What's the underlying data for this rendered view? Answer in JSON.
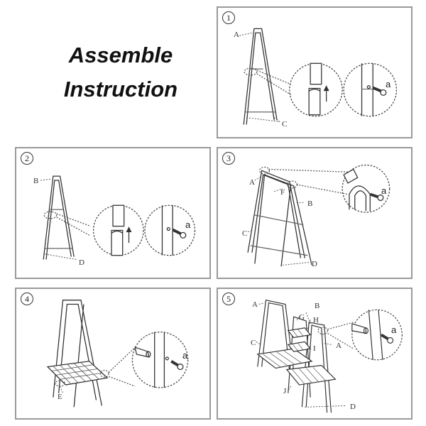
{
  "title": {
    "line1": "Assemble",
    "line2": "Instruction"
  },
  "steps": {
    "s1": {
      "number": "1",
      "labels": {
        "a_part": "A",
        "c_part": "C",
        "screw": "a"
      }
    },
    "s2": {
      "number": "2",
      "labels": {
        "b_part": "B",
        "d_part": "D",
        "screw": "a"
      }
    },
    "s3": {
      "number": "3",
      "labels": {
        "a_part": "A",
        "f_part": "F",
        "b_part": "B",
        "c_part": "C",
        "d_part": "D",
        "screw": "a"
      }
    },
    "s4": {
      "number": "4",
      "labels": {
        "e_part": "E",
        "screw": "a"
      }
    },
    "s5": {
      "number": "5",
      "labels": {
        "a_part": "A",
        "b_part": "B",
        "g_part": "G",
        "h_part": "H",
        "c_part": "C",
        "i_part": "I",
        "a2_part": "A",
        "j_part": "J",
        "d_part": "D",
        "screw": "a"
      }
    }
  }
}
